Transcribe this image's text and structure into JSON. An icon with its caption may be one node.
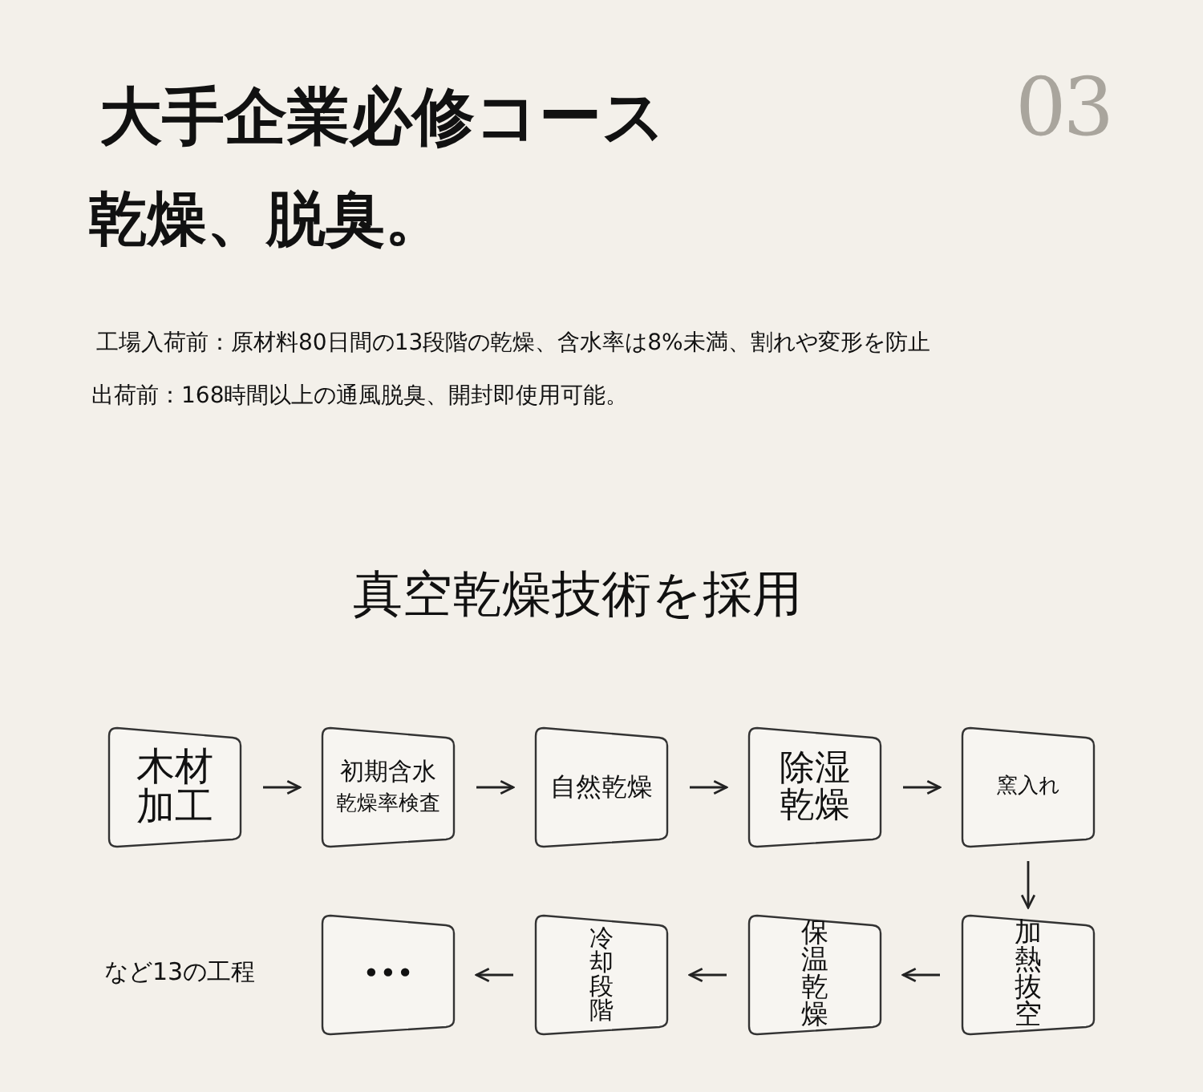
{
  "diagram": {
    "title": "大手企業必修コース",
    "nodes": [
      {
        "text": [
          "木材加工"
        ]
      },
      {
        "text": [
          "初期含水",
          "乾燥率検査"
        ]
      },
      {
        "text": [
          "自然乾燥"
        ]
      },
      {
        "text": [
          "除湿乾燥"
        ]
      },
      {
        "text": [
          "窯入れ"
        ]
      },
      {
        "text": [
          "加熱抜空"
        ]
      },
      {
        "text": [
          "保温乾燥"
        ]
      },
      {
        "text": [
          "冷却段階"
        ]
      },
      {
        "text": [
          "•••"
        ]
      }
    ],
    "edges": [
      {
        "from": 0,
        "to": 1,
        "arrow": "to"
      },
      {
        "from": 1,
        "to": 2,
        "arrow": "to"
      },
      {
        "from": 2,
        "to": 3,
        "arrow": "to"
      },
      {
        "from": 3,
        "to": 4,
        "arrow": "to"
      },
      {
        "from": 4,
        "to": 5,
        "arrow": "to"
      },
      {
        "from": 5,
        "to": 6,
        "arrow": "to"
      },
      {
        "from": 6,
        "to": 7,
        "arrow": "to"
      },
      {
        "from": 7,
        "to": 8,
        "arrow": "to"
      }
    ],
    "labels": [
      "03",
      "乾燥、脱臭。",
      "工場入荷前：原材料80日間の13段階の乾燥、含水率は8%未満、割れや変形を防止",
      "出荷前：168時間以上の通風脱臭、開封即使用可能。",
      "真空乾燥技術を採用",
      "など13の工程"
    ]
  }
}
